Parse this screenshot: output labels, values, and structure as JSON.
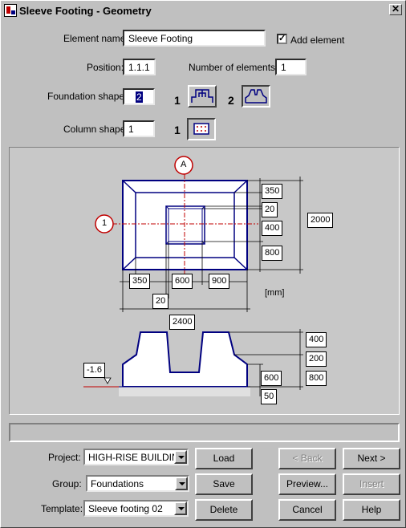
{
  "window": {
    "title": "Sleeve Footing - Geometry",
    "close_glyph": "✕"
  },
  "form": {
    "element_name_label": "Element name:",
    "element_name_value": "Sleeve Footing",
    "add_element_label": "Add element",
    "add_element_checked": "✓",
    "position_label": "Position:",
    "position_value": "1.1.1",
    "num_elements_label": "Number of elements:",
    "num_elements_value": "1",
    "foundation_shape_label": "Foundation shape:",
    "foundation_shape_value": "2",
    "foundation_option_1": "1",
    "foundation_option_2": "2",
    "column_shape_label": "Column shape:",
    "column_shape_value": "1",
    "column_option_1": "1"
  },
  "diagram": {
    "axis_a": "A",
    "axis_1": "1",
    "dim_350_right": "350",
    "dim_20_right": "20",
    "dim_400_right": "400",
    "dim_800_right": "800",
    "dim_2000": "2000",
    "dim_350_bottom": "350",
    "dim_600": "600",
    "dim_900": "900",
    "dim_20_bottom": "20",
    "dim_2400": "2400",
    "units": "[mm]",
    "sec_400": "400",
    "sec_200": "200",
    "sec_600": "600",
    "sec_800": "800",
    "sec_50": "50",
    "level": "-1.6"
  },
  "status_text": "",
  "bottom": {
    "project_label": "Project:",
    "project_value": "HIGH-RISE BUILDING",
    "group_label": "Group:",
    "group_value": "Foundations",
    "template_label": "Template:",
    "template_value": "Sleeve footing 02",
    "load": "Load",
    "save": "Save",
    "delete": "Delete",
    "back": "< Back",
    "preview": "Preview...",
    "cancel": "Cancel",
    "next": "Next >",
    "insert": "Insert",
    "help": "Help"
  }
}
